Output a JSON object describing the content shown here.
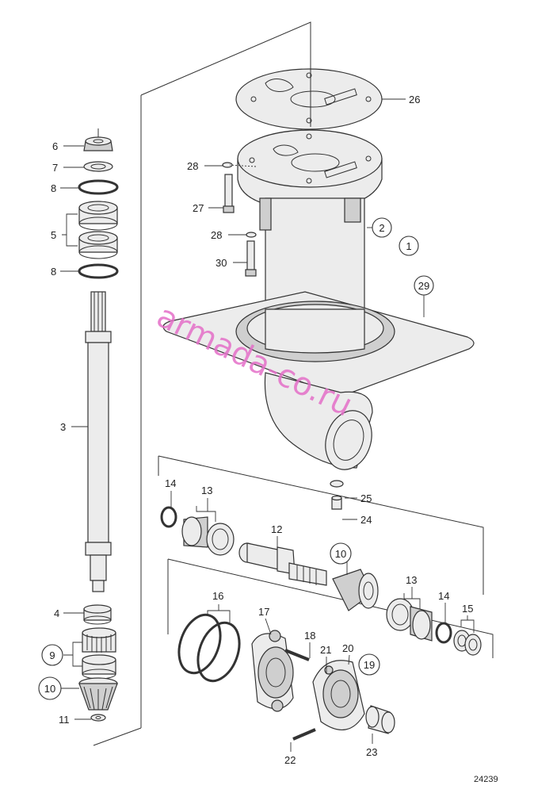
{
  "labels": {
    "l1": "1",
    "l2": "2",
    "l3": "3",
    "l4": "4",
    "l5": "5",
    "l6": "6",
    "l7": "7",
    "l8a": "8",
    "l8b": "8",
    "l9": "9",
    "l10a": "10",
    "l10b": "10",
    "l11": "11",
    "l12": "12",
    "l13a": "13",
    "l13b": "13",
    "l14a": "14",
    "l14b": "14",
    "l15": "15",
    "l16": "16",
    "l17": "17",
    "l18": "18",
    "l19": "19",
    "l20": "20",
    "l21": "21",
    "l22": "22",
    "l23": "23",
    "l24": "24",
    "l25": "25",
    "l26": "26",
    "l27": "27",
    "l28a": "28",
    "l28b": "28",
    "l29": "29",
    "l30": "30"
  },
  "drawing_ref": "24239",
  "watermark": "armada-co.ru"
}
